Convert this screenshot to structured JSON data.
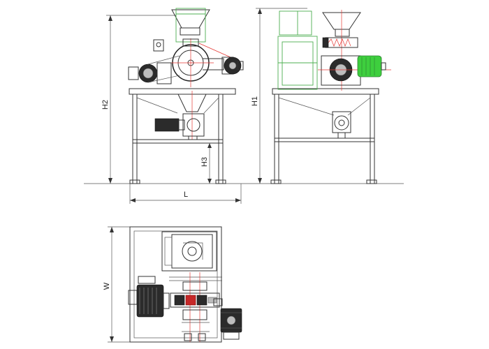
{
  "dimensions": {
    "h2": "H2",
    "h1": "H1",
    "h3": "H3",
    "l": "L",
    "w": "W"
  },
  "colors": {
    "line": "#333333",
    "accent_green": "#4caf50",
    "accent_red": "#e53935",
    "motor_dark": "#2b2b2b",
    "motor_green": "#3ecf3e"
  }
}
